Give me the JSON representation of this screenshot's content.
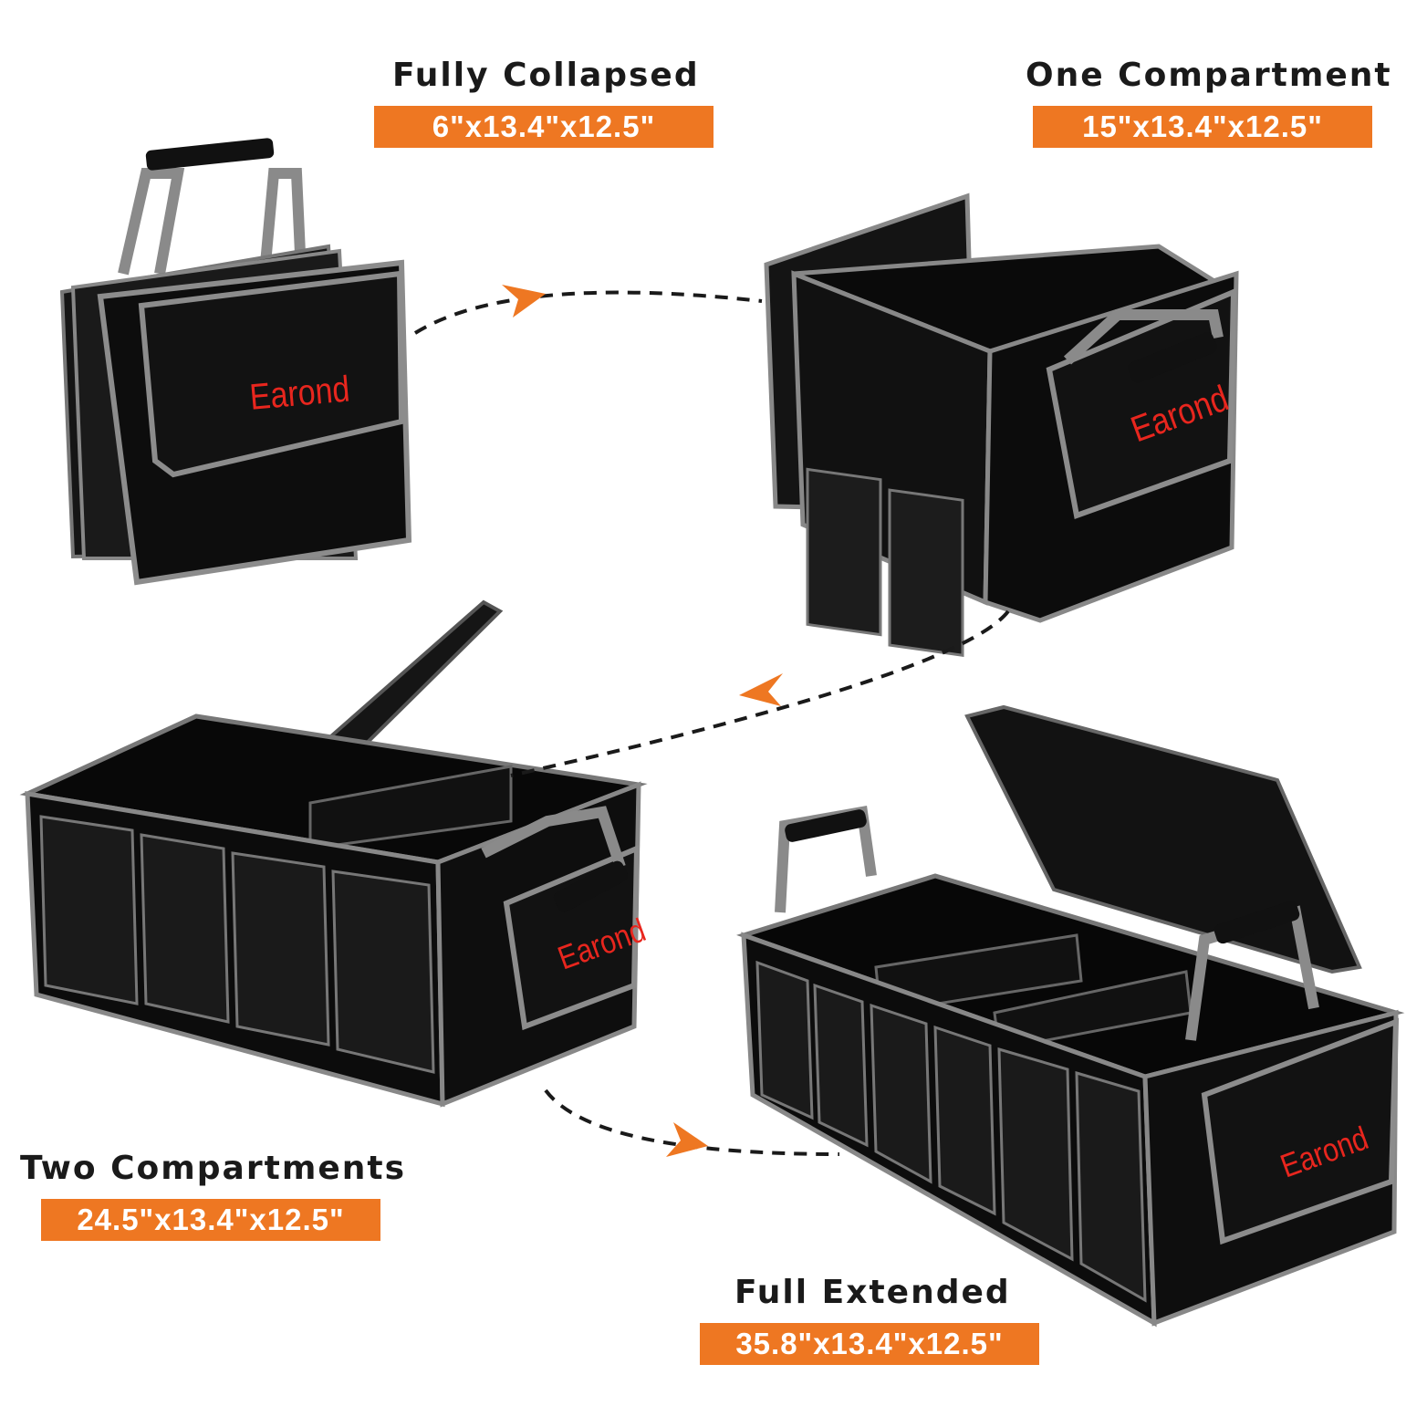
{
  "accent_color": "#ee7722",
  "brand_color": "#e8261e",
  "stages": [
    {
      "title": "Fully Collapsed",
      "size": "6\"x13.4\"x12.5\""
    },
    {
      "title": "One Compartment",
      "size": "15\"x13.4\"x12.5\""
    },
    {
      "title": "Two Compartments",
      "size": "24.5\"x13.4\"x12.5\""
    },
    {
      "title": "Full Extended",
      "size": "35.8\"x13.4\"x12.5\""
    }
  ],
  "brand_logo_text": "Earond"
}
